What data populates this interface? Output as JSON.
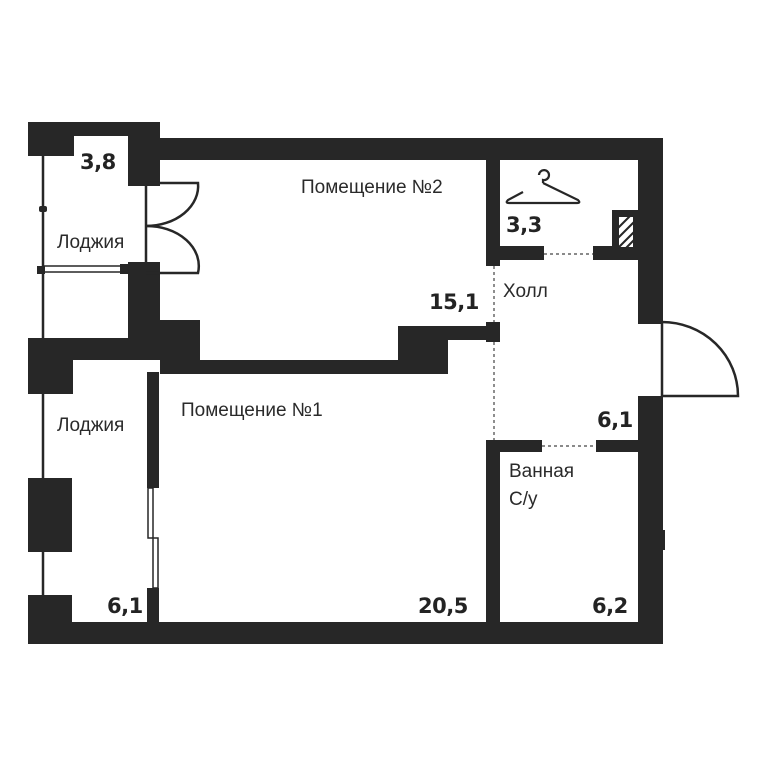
{
  "floorplan": {
    "colors": {
      "wall": "#272727",
      "background": "#ffffff",
      "text": "#2a2a2a"
    },
    "rooms": [
      {
        "id": "loggia_top",
        "name": "Лоджия",
        "area": "3,8"
      },
      {
        "id": "room_2",
        "name": "Помещение №2",
        "area": "15,1"
      },
      {
        "id": "wardrobe",
        "name": "",
        "area": "3,3",
        "icon": "hanger-icon"
      },
      {
        "id": "hall",
        "name": "Холл",
        "area": "6,1"
      },
      {
        "id": "loggia_bottom",
        "name": "Лоджия",
        "area": "6,1"
      },
      {
        "id": "room_1",
        "name": "Помещение №1",
        "area": "20,5"
      },
      {
        "id": "bathroom",
        "name": "Ванная",
        "name_line2": "С/у",
        "area": "6,2"
      }
    ]
  }
}
